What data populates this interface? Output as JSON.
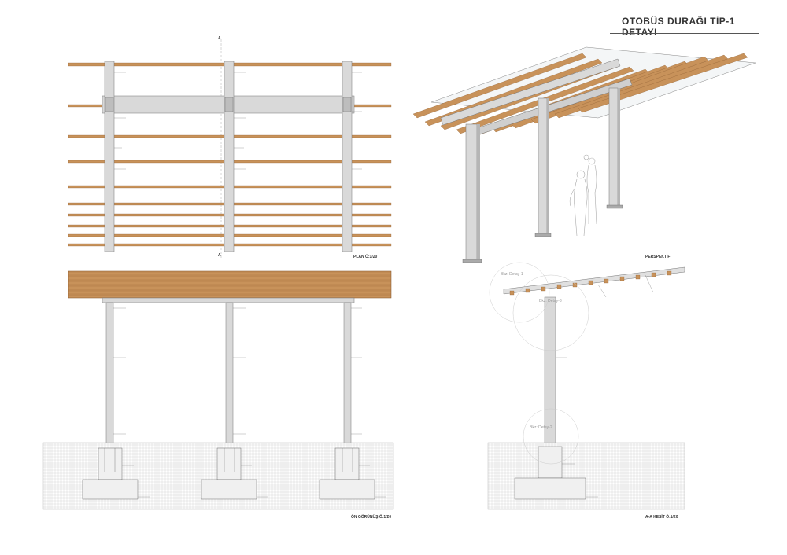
{
  "sheet": {
    "title": "OTOBÜS DURAĞI TİP-1 DETAYI",
    "views": {
      "plan": "PLAN Ö:1/20",
      "perspective": "PERSPEKTİF",
      "front_elevation": "ÖN GÖRÜNÜŞ Ö:1/20",
      "section": "A-A KESİT Ö:1/20"
    },
    "section_marker": "A",
    "detail_circles": [
      "Bkz: Detay-1",
      "Bkz: Detay-3",
      "Bkz: Detay-2"
    ]
  },
  "colors": {
    "wood": "#c8925a",
    "wood_dark": "#a87040",
    "steel": "#d9d9d9",
    "steel_edge": "#888888",
    "ground_hatch": "#bbbbbb"
  }
}
